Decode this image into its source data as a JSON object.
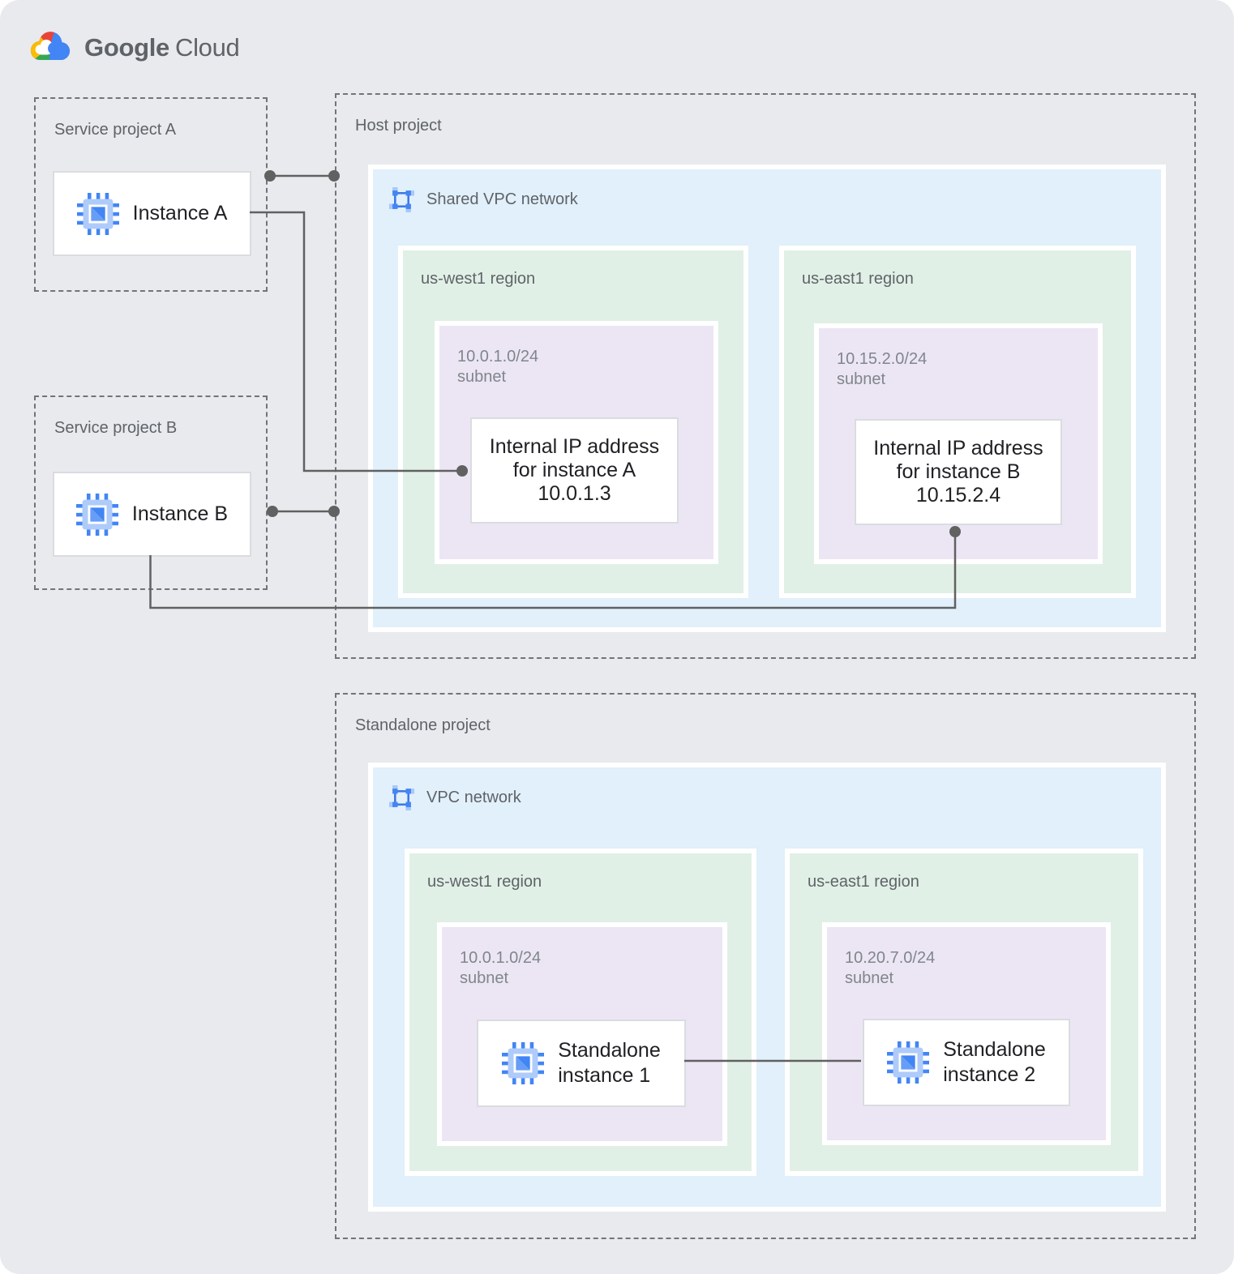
{
  "logo": {
    "brand": "Google",
    "product": "Cloud"
  },
  "colors": {
    "background": "#E8EAED",
    "network_fill": "#E1F0FA",
    "region_fill": "#E1F0E7",
    "subnet_fill": "#ECE6F4",
    "connector": "#616161",
    "accent_blue": "#4285F4"
  },
  "projects": {
    "service_a": {
      "title": "Service project A",
      "instance_label": "Instance A"
    },
    "service_b": {
      "title": "Service project B",
      "instance_label": "Instance B"
    },
    "host": {
      "title": "Host project",
      "network_label": "Shared VPC network",
      "regions": [
        {
          "name": "us-west1 region",
          "subnet_cidr": "10.0.1.0/24",
          "subnet_word": "subnet",
          "card_line1": "Internal IP address",
          "card_line2": "for instance A",
          "card_line3": "10.0.1.3"
        },
        {
          "name": "us-east1 region",
          "subnet_cidr": "10.15.2.0/24",
          "subnet_word": "subnet",
          "card_line1": "Internal IP address",
          "card_line2": "for instance B",
          "card_line3": "10.15.2.4"
        }
      ]
    },
    "standalone": {
      "title": "Standalone project",
      "network_label": "VPC network",
      "regions": [
        {
          "name": "us-west1 region",
          "subnet_cidr": "10.0.1.0/24",
          "subnet_word": "subnet",
          "instance_line1": "Standalone",
          "instance_line2": "instance 1"
        },
        {
          "name": "us-east1 region",
          "subnet_cidr": "10.20.7.0/24",
          "subnet_word": "subnet",
          "instance_line1": "Standalone",
          "instance_line2": "instance 2"
        }
      ]
    }
  }
}
